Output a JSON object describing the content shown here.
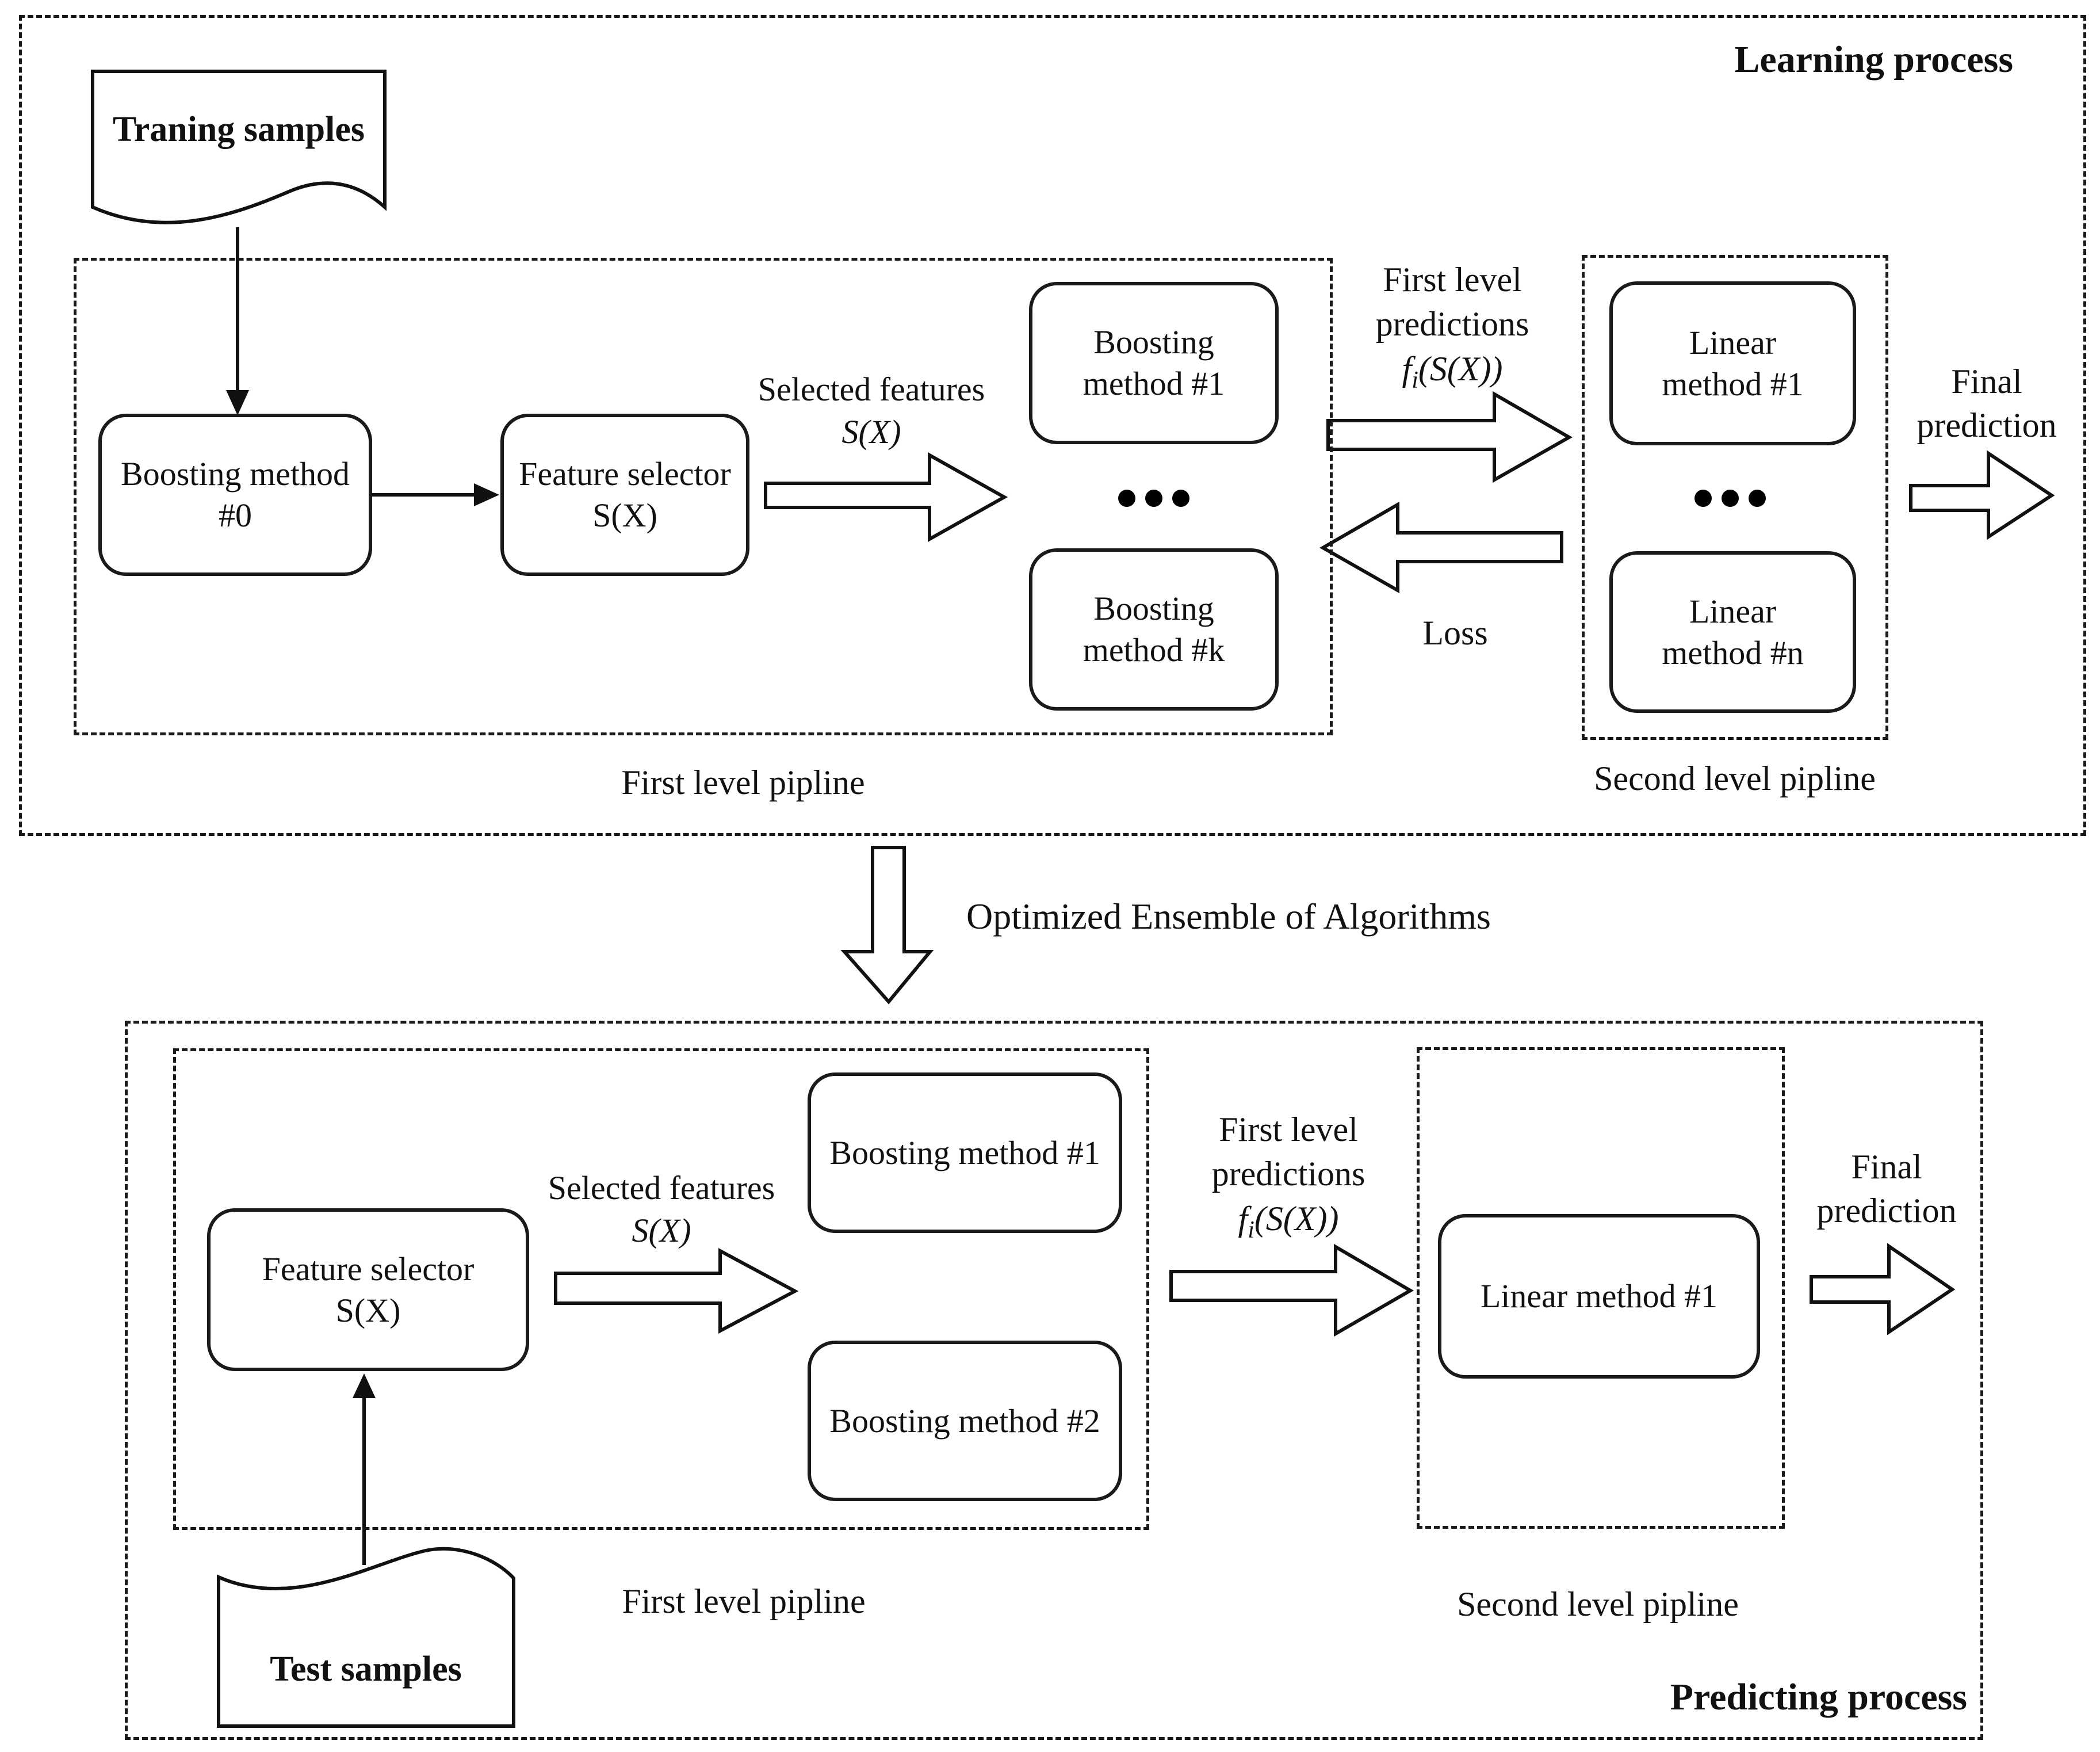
{
  "learning": {
    "title": "Learning process",
    "training_samples": "Traning samples",
    "first_level": {
      "label": "First level pipline",
      "boosting_0": "Boosting method #0",
      "feature_selector": "Feature selector S(X)",
      "boosting_1": "Boosting method #1",
      "boosting_k": "Boosting method #k"
    },
    "second_level": {
      "label": "Second level pipline",
      "linear_1": "Linear method #1",
      "linear_n": "Linear method #n"
    },
    "selected_features": {
      "line1": "Selected features",
      "math": "S(X)"
    },
    "first_level_predictions": {
      "line1": "First level",
      "line2": "predictions",
      "math_f": "f",
      "math_sub": "i",
      "math_rest": "(S(X))"
    },
    "loss": "Loss",
    "final_prediction": {
      "line1": "Final",
      "line2": "prediction"
    }
  },
  "transition": {
    "label": "Optimized Ensemble of Algorithms"
  },
  "predicting": {
    "title": "Predicting process",
    "test_samples": "Test samples",
    "first_level": {
      "label": "First level pipline",
      "feature_selector": "Feature selector S(X)",
      "boosting_1": "Boosting method #1",
      "boosting_2": "Boosting method #2"
    },
    "second_level": {
      "label": "Second level pipline",
      "linear_1": "Linear method #1"
    },
    "selected_features": {
      "line1": "Selected features",
      "math": "S(X)"
    },
    "first_level_predictions": {
      "line1": "First level",
      "line2": "predictions",
      "math_f": "f",
      "math_sub": "i",
      "math_rest": "(S(X))"
    },
    "final_prediction": {
      "line1": "Final",
      "line2": "prediction"
    }
  }
}
